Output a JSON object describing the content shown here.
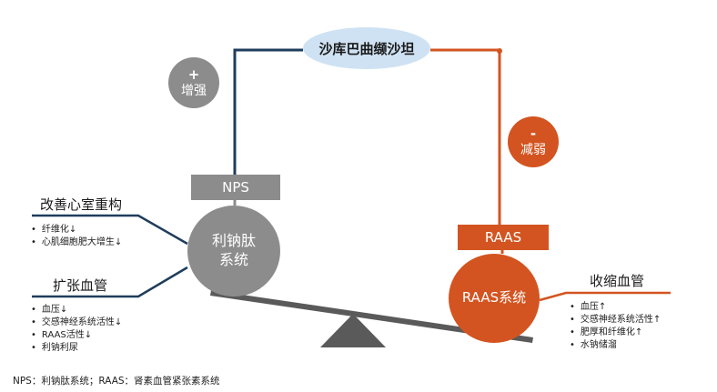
{
  "title": "沙库巴曲缬沙坦",
  "plus_badge": {
    "sign": "+",
    "label": "增强"
  },
  "minus_badge": {
    "sign": "-",
    "label": "减弱"
  },
  "nps": {
    "box_label": "NPS",
    "circle_line1": "利钠肽",
    "circle_line2": "系统"
  },
  "raas": {
    "box_label": "RAAS",
    "circle_label": "RAAS系统"
  },
  "left_top": {
    "heading": "改善心室重构",
    "items": [
      "纤维化↓",
      "心肌细胞肥大增生↓"
    ]
  },
  "left_bottom": {
    "heading": "扩张血管",
    "items": [
      "血压↓",
      "交感神经系统活性↓",
      "RAAS活性↓",
      "利钠利尿"
    ]
  },
  "right": {
    "heading": "收缩血管",
    "items": [
      "血压↑",
      "交感神经系统活性↑",
      "肥厚和纤维化↑",
      "水钠储溜"
    ]
  },
  "footnote": "NPS：利钠肽系统；RAAS：肾素血管紧张素系统",
  "colors": {
    "navy": "#1f3d5c",
    "orange": "#d35420",
    "gray": "#8c8c8c",
    "beam": "#5a5a5a",
    "ellipse": "#cfe2f3"
  }
}
